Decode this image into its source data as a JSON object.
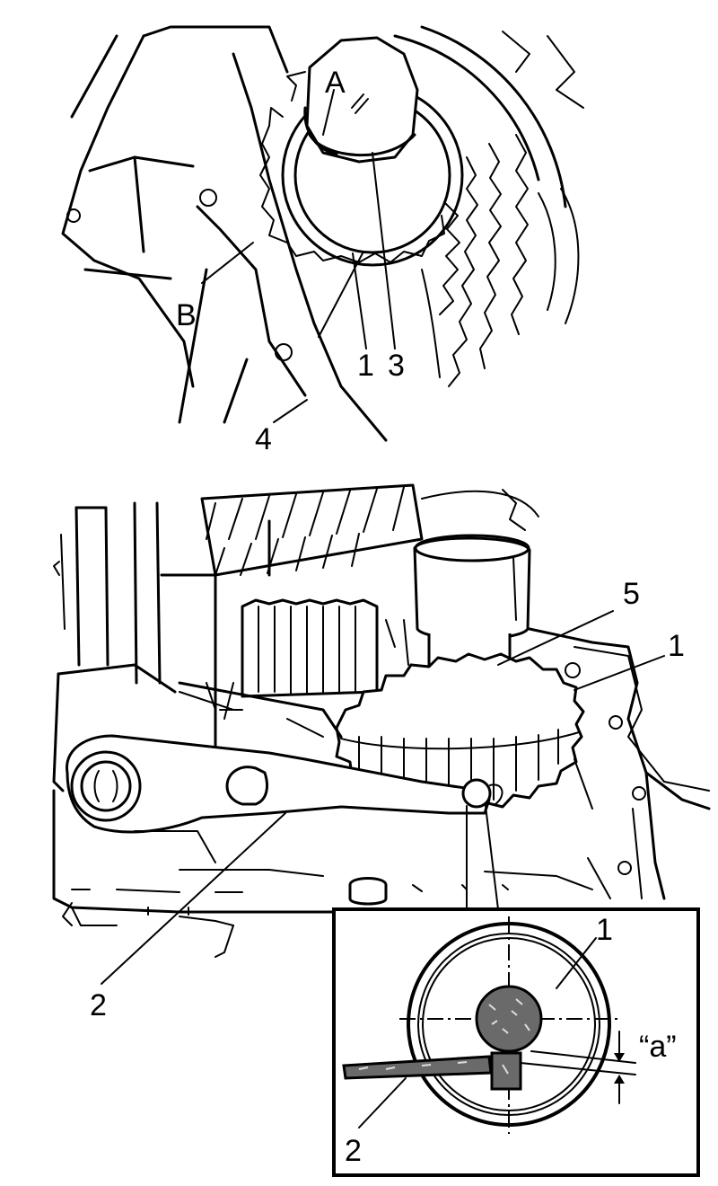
{
  "top_view": {
    "callouts": {
      "a": "A",
      "b": "B",
      "one": "1",
      "three": "3",
      "four": "4"
    }
  },
  "bottom_view": {
    "callouts": {
      "five": "5",
      "one": "1",
      "two": "2"
    }
  },
  "detail_view": {
    "callouts": {
      "one": "1",
      "two": "2",
      "gap": "“a”"
    }
  }
}
